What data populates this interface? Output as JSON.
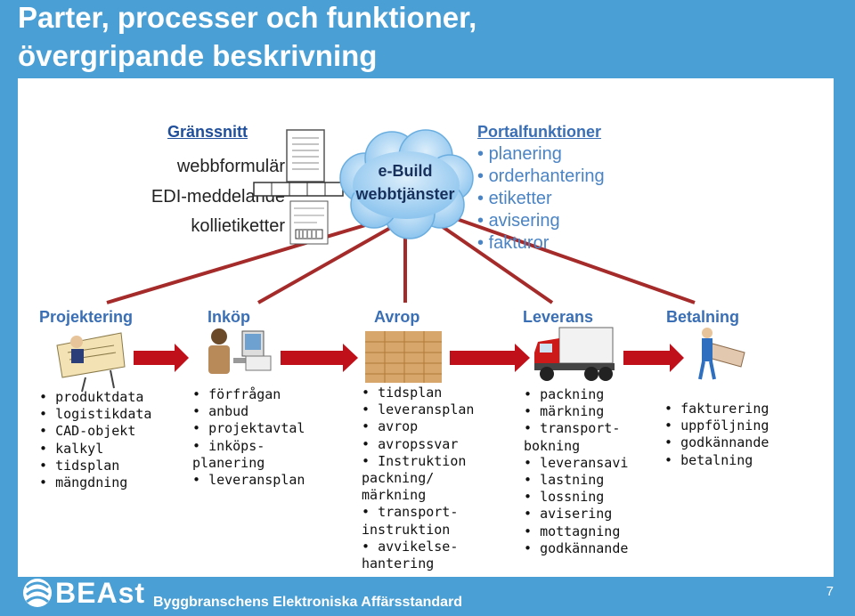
{
  "title": {
    "line1": "Parter, processer och funktioner,",
    "line2": "övergripande beskrivning"
  },
  "interfaces": {
    "heading": "Gränssnitt",
    "items": [
      "webbformulär",
      "EDI-meddelande",
      "kollietiketter"
    ]
  },
  "cloud": {
    "line1": "e-Build",
    "line2": "webbtjänster"
  },
  "portal": {
    "heading": "Portalfunktioner",
    "items": [
      "planering",
      "orderhantering",
      "etiketter",
      "avisering",
      "fakturor"
    ]
  },
  "phases": [
    {
      "name": "Projektering",
      "icon": "architect-desk-icon",
      "tasks": [
        "produktdata",
        "logistikdata",
        "CAD-objekt",
        "kalkyl",
        "tidsplan",
        "mängdning"
      ]
    },
    {
      "name": "Inköp",
      "icon": "office-worker-computer-icon",
      "tasks": [
        "förfrågan",
        "anbud",
        "projektavtal",
        "inköps-planering",
        "leveransplan"
      ]
    },
    {
      "name": "Avrop",
      "icon": "lumber-stack-icon",
      "tasks": [
        "tidsplan",
        "leveransplan",
        "avrop",
        "avropssvar",
        "Instruktion packning/ märkning",
        "transport-instruktion",
        "avvikelse-hantering"
      ]
    },
    {
      "name": "Leverans",
      "icon": "delivery-truck-icon",
      "tasks": [
        "packning",
        "märkning",
        "transport-bokning",
        "leveransavi",
        "lastning",
        "lossning",
        "avisering",
        "mottagning",
        "godkännande"
      ]
    },
    {
      "name": "Betalning",
      "icon": "worker-blueprint-icon",
      "tasks": [
        "fakturering",
        "uppföljning",
        "godkännande",
        "betalning"
      ]
    }
  ],
  "footer": {
    "logo": "BEAst",
    "text": "Byggbranschens Elektroniska Affärsstandard",
    "page": "7"
  },
  "colors": {
    "background": "#4a9fd4",
    "arrow": "#c0101a",
    "link": "#a52a2a",
    "heading": "#3a6fb5"
  }
}
